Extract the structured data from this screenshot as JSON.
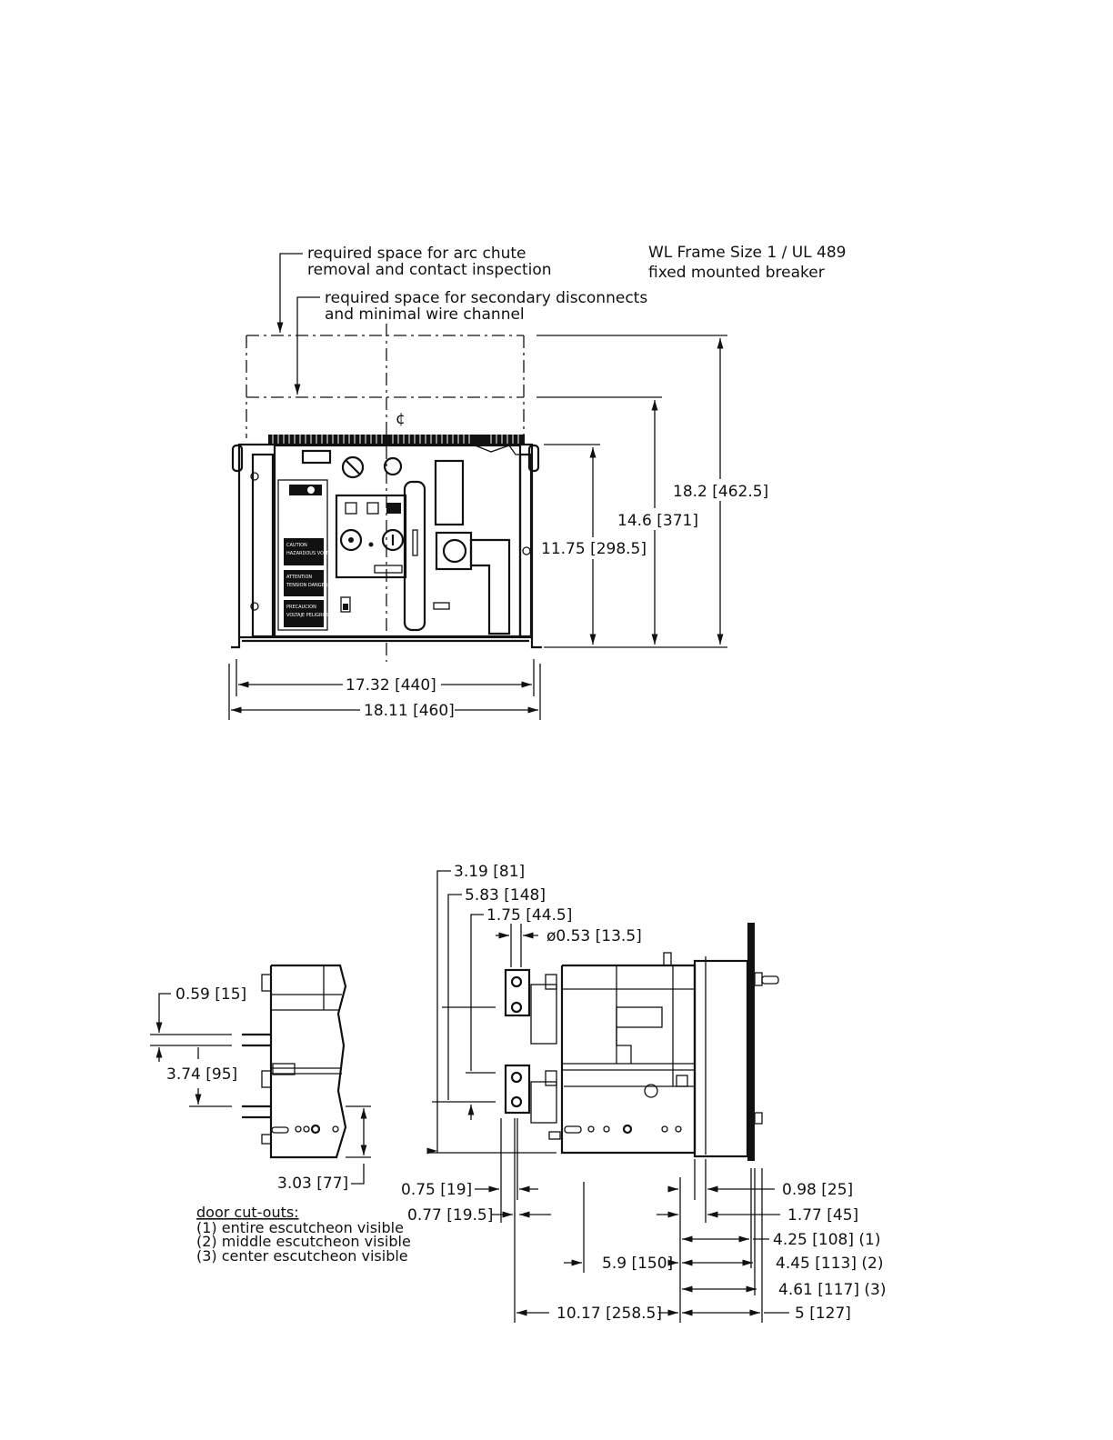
{
  "title": {
    "line1": "WL Frame Size 1 / UL 489",
    "line2": "fixed mounted breaker"
  },
  "front_view": {
    "note_arc_chute": {
      "line1": "required space for arc chute",
      "line2": "removal and contact inspection"
    },
    "note_secondary": {
      "line1": "required space for secondary disconnects",
      "line2": "and minimal wire channel"
    },
    "centerline_symbol": "¢",
    "dim_height_overall": "18.2 [462.5]",
    "dim_height_secondary": "14.6 [371]",
    "dim_height_body": "11.75 [298.5]",
    "dim_width_inner": "17.32 [440]",
    "dim_width_outer": "18.11 [460]",
    "warning_labels": [
      {
        "head": "CAUTION",
        "body": "HAZARDOUS VOLTAGE"
      },
      {
        "head": "ATTENTION",
        "body": "TENSION DANGEREUSE"
      },
      {
        "head": "PRECAUCION",
        "body": "VOLTAJE PELIGROSO"
      }
    ]
  },
  "side_view_small": {
    "dim_top": "0.59 [15]",
    "dim_mid": "3.74 [95]",
    "dim_bottom": "3.03 [77]"
  },
  "door_cutouts": {
    "heading": "door cut-outs:",
    "items": [
      "(1) entire escutcheon visible",
      "(2) middle escutcheon visible",
      "(3) center escutcheon visible"
    ]
  },
  "side_view_large": {
    "dims_top": [
      "3.19 [81]",
      "5.83 [148]",
      "1.75 [44.5]",
      "ø0.53 [13.5]"
    ],
    "dims_bottom_left": [
      "0.75 [19]",
      "0.77 [19.5]",
      "5.9 [150]",
      "10.17 [258.5]"
    ],
    "dims_bottom_right": [
      "0.98 [25]",
      "1.77 [45]",
      "4.25 [108] (1)",
      "4.45 [113] (2)",
      "4.61 [117] (3)",
      "5 [127]"
    ]
  }
}
